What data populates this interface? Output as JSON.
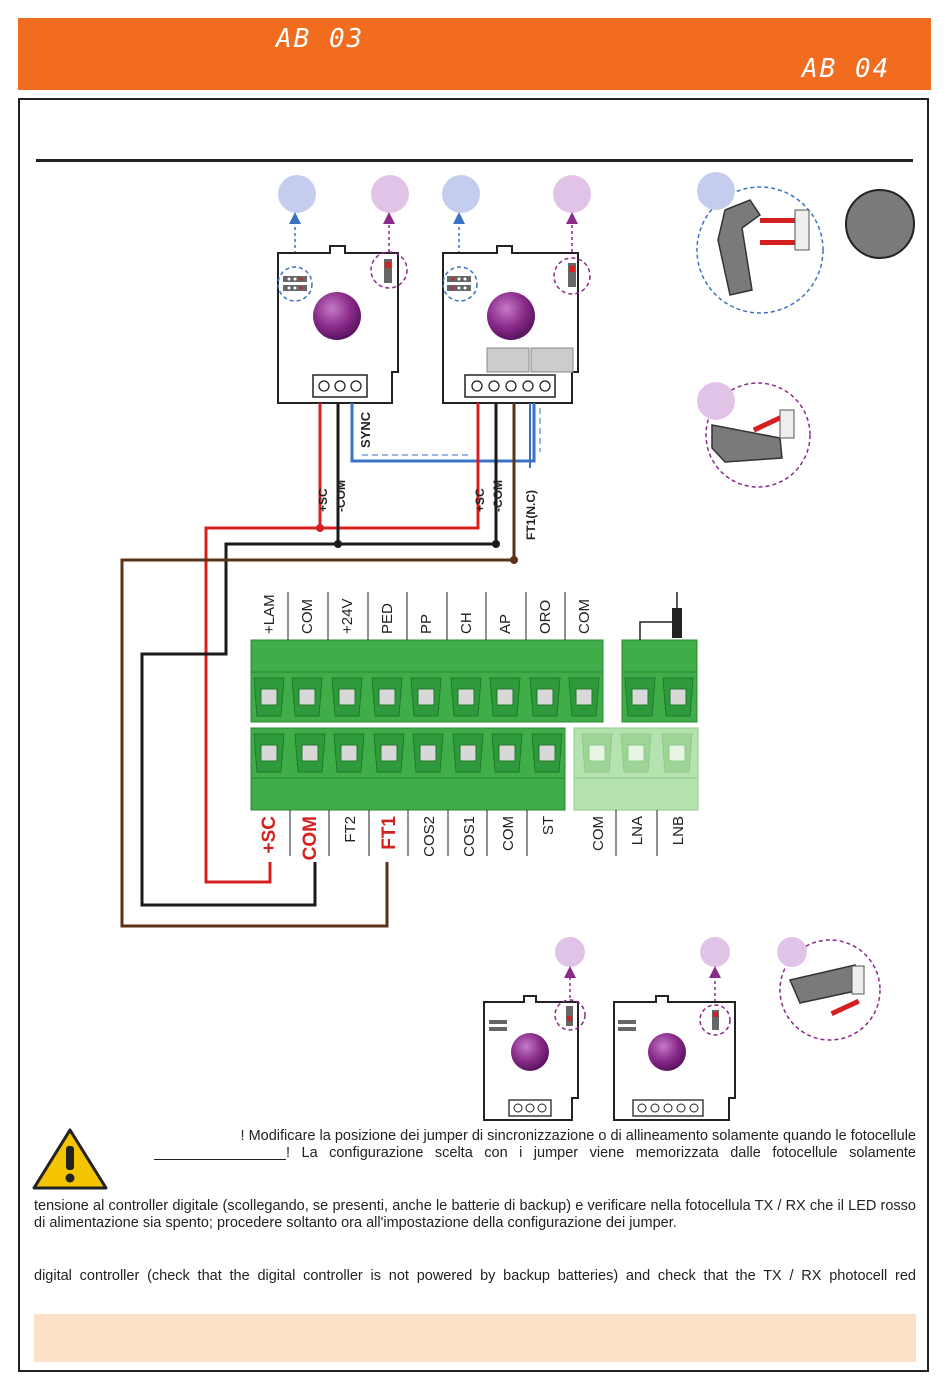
{
  "header": {
    "left_code": "AB 03",
    "right_code": "AB 04",
    "color": "#f26c1f"
  },
  "colors": {
    "red": "#d42020",
    "black": "#1a1a1a",
    "blue": "#3a72c4",
    "brown": "#5a3318",
    "green": "#3fae49",
    "light_green": "#b5e3b0",
    "purple": "#8a2b8a",
    "lilac": "#e2c3e8",
    "light_blue": "#c4cdee",
    "grey_disc": "#7a7a7a"
  },
  "icons": {
    "warning": "warning-triangle-icon"
  },
  "sync_cable": {
    "label": "SYNC"
  },
  "wire_labels": {
    "sc_left": "+SC",
    "com_left": "-COM",
    "sc_right": "+SC",
    "com_right": "-COM",
    "ft1": "FT1(N.C)"
  },
  "terminal_top": [
    "+LAM",
    "COM",
    "+24V",
    "PED",
    "PP",
    "CH",
    "AP",
    "ORO",
    "COM"
  ],
  "terminal_bottom": [
    {
      "label": "+SC",
      "highlight": true
    },
    {
      "label": "COM",
      "highlight": true
    },
    {
      "label": "FT2",
      "highlight": false
    },
    {
      "label": "FT1",
      "highlight": true
    },
    {
      "label": "COS2",
      "highlight": false
    },
    {
      "label": "COS1",
      "highlight": false
    },
    {
      "label": "COM",
      "highlight": false
    },
    {
      "label": "ST",
      "highlight": false
    }
  ],
  "terminal_bottom_right": [
    "COM",
    "LNA",
    "LNB"
  ],
  "warning_text": {
    "line1": "! Modificare la posizione dei jumper di sincronizzazione o di allineamento solamente quando le fotocellule",
    "line2": "! La configurazione scelta con i jumper viene memorizzata dalle fotocellule solamente"
  },
  "paragraph_it": "tensione al controller digitale (scollegando, se presenti, anche le batterie di backup) e verificare nella fotocellula TX / RX che il LED rosso di alimentazione sia spento; procedere soltanto ora all'impostazione della configurazione dei jumper.",
  "paragraph_en": "digital controller (check that the digital controller is not powered by backup batteries) and check that the TX / RX photocell red"
}
